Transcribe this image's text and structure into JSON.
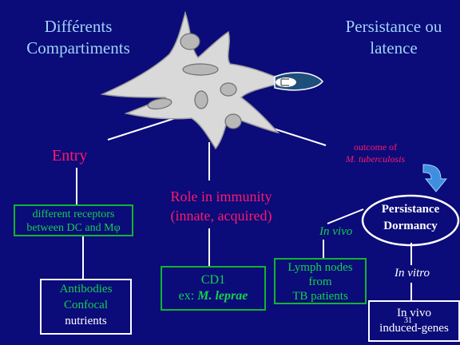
{
  "titles": {
    "left_line1": "Différents",
    "left_line2": "Compartiments",
    "right_line1": "Persistance ou",
    "right_line2": "latence"
  },
  "labels": {
    "entry": "Entry",
    "outcome_line1": "outcome of",
    "outcome_line2": "M. tuberculosis",
    "role_line1": "Role in immunity",
    "role_line2": "(innate, acquired)",
    "in_vivo": "In vivo",
    "in_vitro": "In vitro"
  },
  "boxes": {
    "receptors_line1": "different receptors",
    "receptors_line2": "between DC and Mφ",
    "antibodies_line1": "Antibodies",
    "antibodies_line2": "Confocal",
    "antibodies_line3": "nutrients",
    "cd1_line1": "CD1",
    "cd1_prefix": "ex: ",
    "cd1_species": "M. leprae",
    "lymph_line1": "Lymph nodes",
    "lymph_line2": "from",
    "lymph_line3": "TB patients",
    "persistance": "Persistance",
    "dormancy": "Dormancy",
    "genes_line1": "In vivo",
    "genes_line2": "induced-genes"
  },
  "page_number": "31",
  "colors": {
    "background": "#0b0b7a",
    "title": "#9fd3f5",
    "accent_pink": "#ff1a6a",
    "green": "#12b52c",
    "cell": "#d9d9d9",
    "arrow": "#3f8fe0"
  }
}
